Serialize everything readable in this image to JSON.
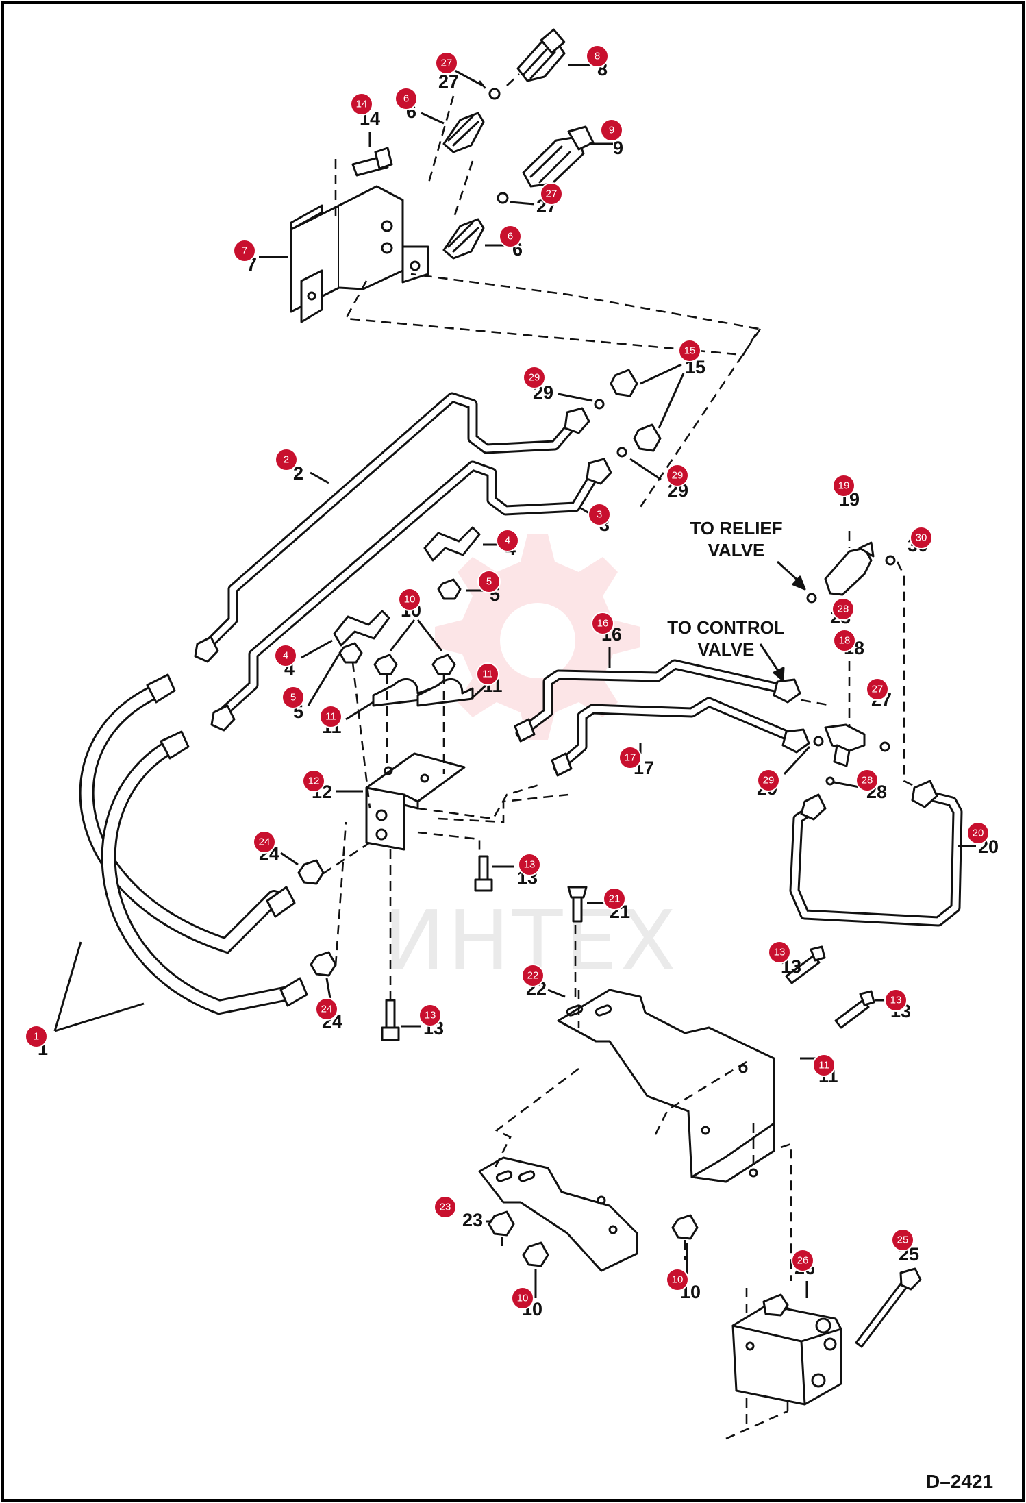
{
  "drawing_id": "D–2421",
  "watermark": "ИНТЕХ",
  "notes": {
    "relief": [
      "TO RELIEF",
      "VALVE"
    ],
    "control": [
      "TO CONTROL",
      "VALVE"
    ]
  },
  "callouts": [
    {
      "id": "c27a",
      "num": "27"
    },
    {
      "id": "c8",
      "num": "8"
    },
    {
      "id": "c14",
      "num": "14"
    },
    {
      "id": "c6a",
      "num": "6"
    },
    {
      "id": "c9",
      "num": "9"
    },
    {
      "id": "c27b",
      "num": "27"
    },
    {
      "id": "c6b",
      "num": "6"
    },
    {
      "id": "c7",
      "num": "7"
    },
    {
      "id": "c15",
      "num": "15"
    },
    {
      "id": "c29a",
      "num": "29"
    },
    {
      "id": "c2",
      "num": "2"
    },
    {
      "id": "c29b",
      "num": "29"
    },
    {
      "id": "c3",
      "num": "3"
    },
    {
      "id": "c19",
      "num": "19"
    },
    {
      "id": "c30",
      "num": "30"
    },
    {
      "id": "c4a",
      "num": "4"
    },
    {
      "id": "c5a",
      "num": "5"
    },
    {
      "id": "c28a",
      "num": "28"
    },
    {
      "id": "c10a",
      "num": "10"
    },
    {
      "id": "c16",
      "num": "16"
    },
    {
      "id": "c18",
      "num": "18"
    },
    {
      "id": "c4b",
      "num": "4"
    },
    {
      "id": "c11a",
      "num": "11"
    },
    {
      "id": "c5b",
      "num": "5"
    },
    {
      "id": "c27c",
      "num": "27"
    },
    {
      "id": "c11b",
      "num": "11"
    },
    {
      "id": "c17",
      "num": "17"
    },
    {
      "id": "c29c",
      "num": "29"
    },
    {
      "id": "c28b",
      "num": "28"
    },
    {
      "id": "c12",
      "num": "12"
    },
    {
      "id": "c20",
      "num": "20"
    },
    {
      "id": "c24a",
      "num": "24"
    },
    {
      "id": "c13a",
      "num": "13"
    },
    {
      "id": "c21",
      "num": "21"
    },
    {
      "id": "c13b",
      "num": "13"
    },
    {
      "id": "c22",
      "num": "22"
    },
    {
      "id": "c13c",
      "num": "13"
    },
    {
      "id": "c24b",
      "num": "24"
    },
    {
      "id": "c13d",
      "num": "13"
    },
    {
      "id": "c1",
      "num": "1"
    },
    {
      "id": "c11c",
      "num": "11"
    },
    {
      "id": "c23",
      "num": "23"
    },
    {
      "id": "c25",
      "num": "25"
    },
    {
      "id": "c26",
      "num": "26"
    },
    {
      "id": "c10b",
      "num": "10"
    },
    {
      "id": "c10c",
      "num": "10"
    }
  ]
}
